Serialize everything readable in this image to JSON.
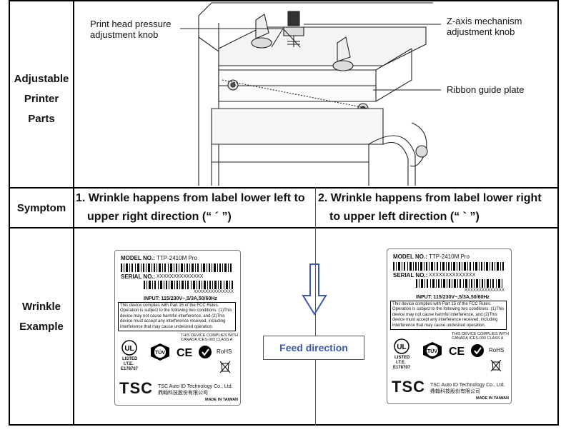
{
  "rows": {
    "parts_label": [
      "Adjustable",
      "Printer",
      "Parts"
    ],
    "symptom_label": "Symptom",
    "example_label": [
      "Wrinkle",
      "Example"
    ]
  },
  "callouts": {
    "pressure_knob": [
      "Print head pressure",
      "adjustment knob"
    ],
    "z_axis": [
      "Z-axis mechanism",
      "adjustment knob"
    ],
    "ribbon_plate": "Ribbon guide plate"
  },
  "symptoms": {
    "left": [
      "1. Wrinkle happens from label lower left to",
      "upper right direction (“ ´ ”)"
    ],
    "right": [
      "2. Wrinkle happens from label lower right",
      "to upper left direction (“ ` ”)"
    ]
  },
  "feed_direction": "Feed direction",
  "labels": {
    "left": {
      "model": "MODEL NO.:",
      "model_value": "TTP-2410M Pro",
      "serial": "SERIAL NO.:",
      "serial_value": "XXXXXXXXXXXXXX",
      "barcode_text": "XXXXXXXXXXXXXX",
      "input": "INPUT: 115/230V~,5/3A,50/60Hz",
      "fcc": "This device complies with Part 15 of the FCC Rules. Operation is subject to the following two conditions. (1)This device may not cause harmful interference, and (2)This device must accept any interference received, including interference that may cause undesired operation.",
      "canada": [
        "THIS DEVICE COMPLIES WITH",
        "CANADA ICES-003 CLASS A"
      ],
      "listed": "LISTED",
      "ite": "I.T.E.",
      "listed_no": "E178707",
      "rohs": "RoHS",
      "company": "TSC Auto ID Technology Co., Ltd.",
      "company_cn": "鼎翰科技股份有限公司",
      "made": "MADE IN TAIWAN",
      "logo": "TSC"
    },
    "right": {
      "model": "MODEL NO.:",
      "model_value": "TTP-2410M Pro",
      "serial": "SERIAL NO.:",
      "serial_value": "XXXXXXXXXXXXXX",
      "barcode_text": "XXXXXXXXXXXXXX",
      "input": "INPUT: 115/230V~,5/3A,50/60Hz",
      "fcc": "This device complies with Part 15 of the FCC Rules. Operation is subject to the following two conditions. (1)This device may not cause harmful interference, and (2)This device must accept any interference received, including interference that may cause undesired operation.",
      "canada": [
        "THIS DEVICE COMPLIES WITH",
        "CANADA ICES-003 CLASS A"
      ],
      "listed": "LISTED",
      "ite": "I.T.E.",
      "listed_no": "E178707",
      "rohs": "RoHS",
      "company": "TSC Auto ID Technology Co., Ltd.",
      "company_cn": "鼎翰科技股份有限公司",
      "made": "MADE IN TAIWAN",
      "logo": "TSC"
    }
  }
}
